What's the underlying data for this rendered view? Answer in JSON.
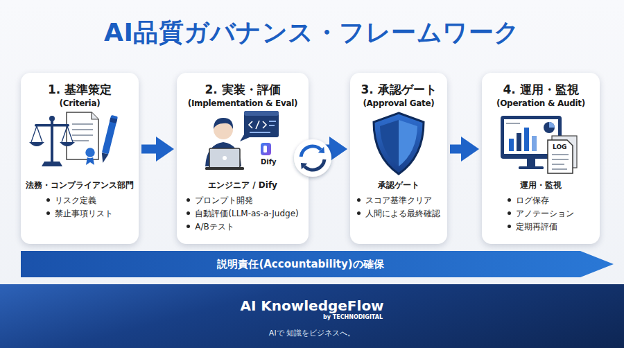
{
  "diagram": {
    "title": "AI品質ガバナンス・フレームワーク",
    "nodes": [
      {
        "text": [
          "1. 基準策定",
          "(Criteria)",
          "法務・コンプライアンス部門",
          "リスク定義",
          "禁止事項リスト"
        ]
      },
      {
        "text": [
          "2. 実装・評価",
          "(Implementation & Eval)",
          "エンジニア / Dify",
          "プロンプト開発",
          "自動評価(LLM-as-a-Judge)",
          "A/Bテスト"
        ]
      },
      {
        "text": [
          "3. 承認ゲート",
          "(Approval Gate)",
          "承認ゲート",
          "スコア基準クリア",
          "人間による最終確認"
        ]
      },
      {
        "text": [
          "4. 運用・監視",
          "(Operation & Audit)",
          "運用・監視",
          "ログ保存",
          "アノテーション",
          "定期再評価"
        ]
      },
      {
        "text": [
          "説明責任(Accountability)の確保"
        ]
      },
      {
        "text": [
          "AI KnowledgeFlow",
          "by TECHNODIGITAL",
          "AIで 知識をビジネスへ。"
        ]
      }
    ],
    "edges": [
      {
        "from": 0,
        "to": 1,
        "arrow": "to"
      },
      {
        "from": 1,
        "to": 2,
        "arrow": "to"
      },
      {
        "from": 2,
        "to": 3,
        "arrow": "to"
      }
    ],
    "labels": [
      "Dify",
      "LOG"
    ]
  }
}
